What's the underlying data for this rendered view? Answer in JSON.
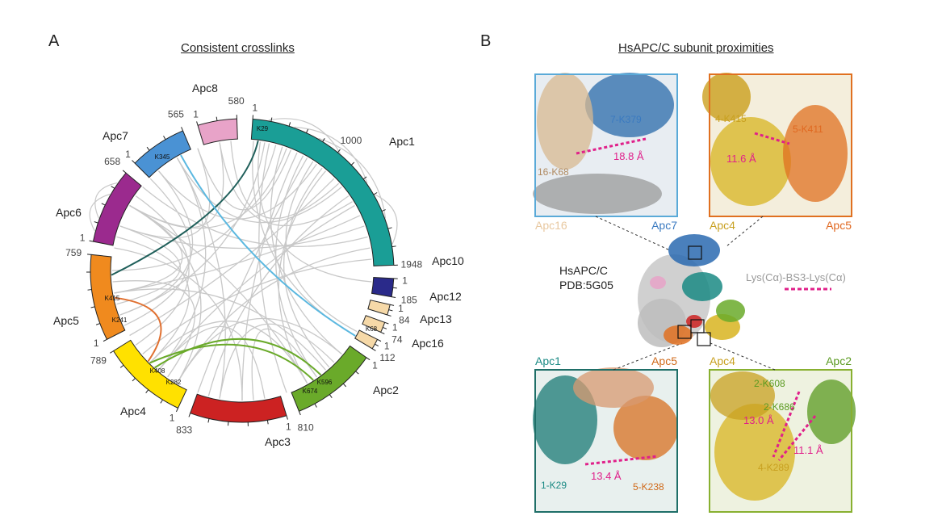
{
  "panel_a": {
    "letter": "A",
    "title": "Consistent crosslinks",
    "segments": [
      {
        "name": "Apc1",
        "color": "#1a9e96",
        "start_label": "1",
        "end_label": "1948",
        "mid_label": "1000"
      },
      {
        "name": "Apc10",
        "color": "#2a2a8a",
        "start_label": "1",
        "end_label": "185"
      },
      {
        "name": "Apc12",
        "color": "#f6d9a8",
        "start_label": "1",
        "end_label": "84"
      },
      {
        "name": "Apc13",
        "color": "#f6d9a8",
        "start_label": "1",
        "end_label": "74"
      },
      {
        "name": "Apc16",
        "color": "#f6d9a8",
        "start_label": "1",
        "end_label": "112"
      },
      {
        "name": "Apc2",
        "color": "#6aaa2a",
        "start_label": "1",
        "end_label": "810"
      },
      {
        "name": "Apc3",
        "color": "#cc2222",
        "start_label": "1",
        "end_label": "833"
      },
      {
        "name": "Apc4",
        "color": "#ffe100",
        "start_label": "1",
        "end_label": "789"
      },
      {
        "name": "Apc5",
        "color": "#f08a1e",
        "start_label": "1",
        "end_label": "759"
      },
      {
        "name": "Apc6",
        "color": "#9b2a8e",
        "start_label": "1",
        "end_label": "658"
      },
      {
        "name": "Apc7",
        "color": "#4a92d4",
        "start_label": "1",
        "end_label": "565"
      },
      {
        "name": "Apc8",
        "color": "#e8a3c8",
        "start_label": "1",
        "end_label": "580"
      }
    ],
    "residue_labels": [
      "K29",
      "K345",
      "K415",
      "K241",
      "K408",
      "K282",
      "K596",
      "K674",
      "K68"
    ],
    "highlight_colors": {
      "apc1_apc5": "#1f5f5a",
      "apc7_apc16": "#5bb8e0",
      "apc5_apc4": "#e07030",
      "apc4_apc2": "#6aaa2a",
      "background_links": "#c8c8c8"
    }
  },
  "panel_b": {
    "letter": "B",
    "title": "HsAPC/C subunit proximities",
    "structure_label_line1": "HsAPC/C",
    "structure_label_line2": "PDB:5G05",
    "legend_text": "Lys(Cα)-BS3-Lys(Cα)",
    "legend_color": "#e0208a",
    "insets": [
      {
        "id": "tl",
        "frame_color": "#5aaad8",
        "left_label": "Apc16",
        "left_color": "#e8c8a0",
        "right_label": "Apc7",
        "right_color": "#3a7ac0",
        "residues": [
          {
            "text": "7-K379",
            "color": "#3a7ac0"
          },
          {
            "text": "16-K68",
            "color": "#b08a60"
          }
        ],
        "distances": [
          "18.8 Å"
        ]
      },
      {
        "id": "tr",
        "frame_color": "#e07020",
        "left_label": "Apc4",
        "left_color": "#c8a020",
        "right_label": "Apc5",
        "right_color": "#e06820",
        "residues": [
          {
            "text": "4-K415",
            "color": "#c8a020"
          },
          {
            "text": "5-K411",
            "color": "#e06820"
          }
        ],
        "distances": [
          "11.6 Å"
        ]
      },
      {
        "id": "bl",
        "frame_color": "#1f6f68",
        "left_label": "Apc1",
        "left_color": "#1a8a84",
        "right_label": "Apc5",
        "right_color": "#d06a1a",
        "residues": [
          {
            "text": "1-K29",
            "color": "#1a8a84"
          },
          {
            "text": "5-K238",
            "color": "#d06a1a"
          }
        ],
        "distances": [
          "13.4 Å"
        ]
      },
      {
        "id": "br",
        "frame_color": "#88b030",
        "left_label": "Apc4",
        "left_color": "#c8a020",
        "right_label": "Apc2",
        "right_color": "#5a9a20",
        "residues": [
          {
            "text": "2-K608",
            "color": "#5a9a20"
          },
          {
            "text": "2-K686",
            "color": "#5a9a20"
          },
          {
            "text": "4-K289",
            "color": "#c8a020"
          }
        ],
        "distances": [
          "13.0 Å",
          "11.1 Å"
        ]
      }
    ]
  }
}
